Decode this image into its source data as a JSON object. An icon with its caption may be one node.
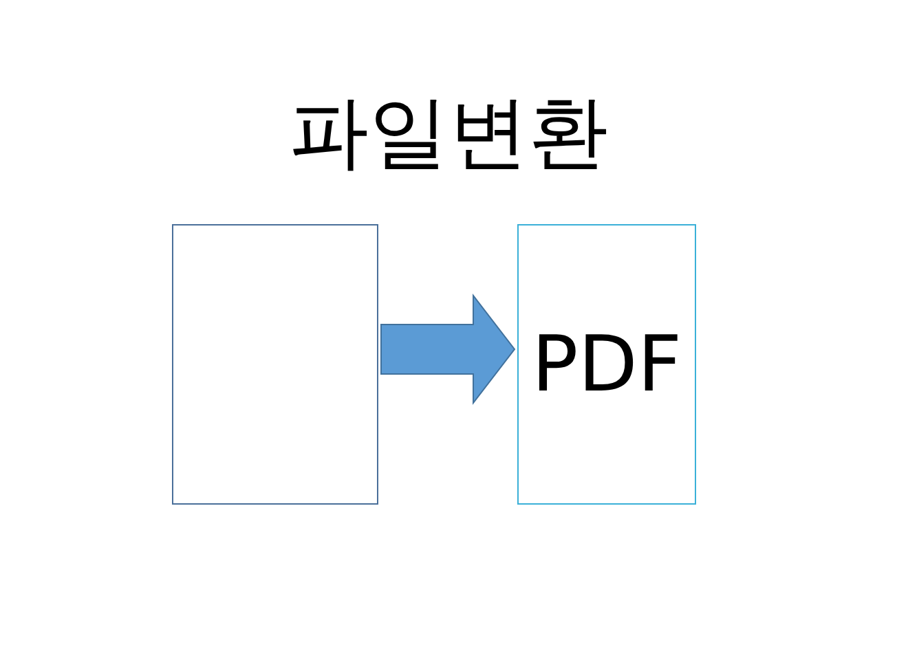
{
  "diagram": {
    "title": "파일변환",
    "nodes": [
      {
        "text": [],
        "shape": "box"
      },
      {
        "text": [
          "PDF"
        ]
      }
    ],
    "edges": [
      {
        "from": 0,
        "to": 1,
        "arrow": "to",
        "style": "thick",
        "color": "#5b9bd5"
      }
    ]
  }
}
